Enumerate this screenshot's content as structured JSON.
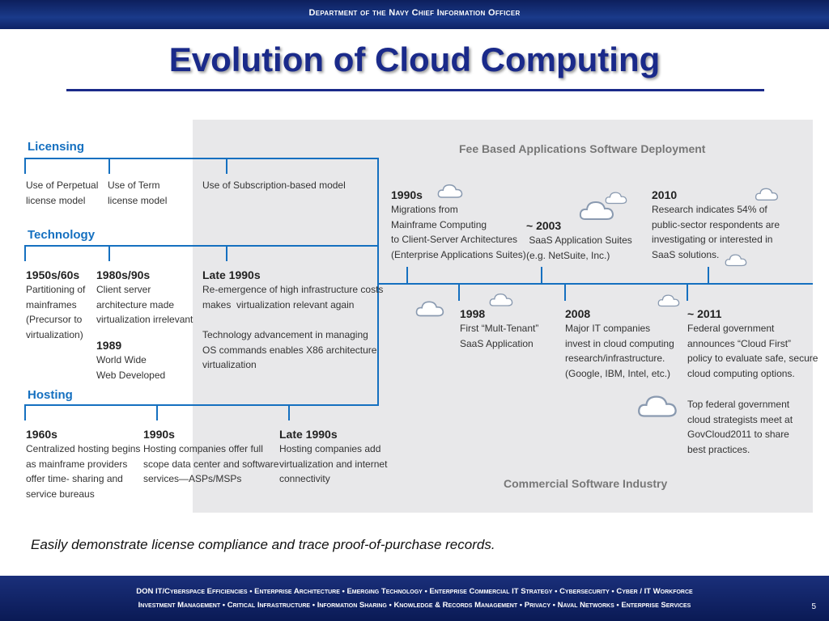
{
  "header": {
    "org": "Department of the Navy Chief Information Officer"
  },
  "title": "Evolution of Cloud Computing",
  "diagram": {
    "fee_based_heading": "Fee Based Applications Software Deployment",
    "commercial_heading": "Commercial Software Industry",
    "licensing": {
      "label": "Licensing",
      "items": [
        "Use of Perpetual\nlicense model",
        "Use of Term\nlicense model",
        "Use of Subscription-based model"
      ]
    },
    "technology": {
      "label": "Technology",
      "items": [
        {
          "year": "1950s/60s",
          "text": "Partitioning of\nmainframes\n(Precursor to\nvirtualization)"
        },
        {
          "year": "1980s/90s",
          "text": "Client server\narchitecture made\nvirtualization irrelevant"
        },
        {
          "year": "1989",
          "text": "World Wide\nWeb Developed"
        },
        {
          "year": "Late 1990s",
          "text": "Re-emergence of high infrastructure costs\nmakes  virtualization relevant again"
        },
        {
          "year": "",
          "text": "Technology advancement in managing\nOS commands enables X86 architecture\nvirtualization"
        }
      ]
    },
    "hosting": {
      "label": "Hosting",
      "items": [
        {
          "year": "1960s",
          "text": "Centralized hosting begins\nas mainframe providers\noffer time- sharing and\nservice bureaus"
        },
        {
          "year": "1990s",
          "text": "Hosting companies offer full\nscope data center and software\nservices—ASPs/MSPs"
        },
        {
          "year": "Late 1990s",
          "text": "Hosting companies add\nvirtualization and internet\nconnectivity"
        }
      ]
    },
    "timeline_top": [
      {
        "year": "1990s",
        "text": "Migrations from\nMainframe Computing\nto Client-Server Architectures\n(Enterprise Applications Suites)"
      },
      {
        "year": "~ 2003",
        "text": " SaaS Application Suites\n(e.g. NetSuite, Inc.)"
      },
      {
        "year": "2010",
        "text": "Research indicates 54% of\npublic-sector respondents are\ninvestigating or interested in\nSaaS solutions."
      }
    ],
    "timeline_bottom": [
      {
        "year": "1998",
        "text": "First “Mult-Tenant”\nSaaS Application"
      },
      {
        "year": "2008",
        "text": "Major IT companies\ninvest in cloud computing\nresearch/infrastructure.\n(Google, IBM, Intel, etc.)"
      },
      {
        "year": "~  2011",
        "text": "Federal government\nannounces “Cloud First”\npolicy to evaluate safe, secure\ncloud computing options."
      },
      {
        "year": "",
        "text": "Top federal government\ncloud strategists meet at\nGovCloud2011 to share\nbest practices."
      }
    ]
  },
  "caption": "Easily demonstrate license compliance and trace proof-of-purchase records.",
  "footer": {
    "line1": "DON IT/Cyberspace  Efficiencies  •  Enterprise Architecture  •  Emerging Technology  •  Enterprise Commercial IT Strategy  •  Cybersecurity  •  Cyber / IT Workforce",
    "line2": "Investment Management  •  Critical Infrastructure  •  Information Sharing  •  Knowledge & Records Management  •  Privacy  •  Naval Networks  •  Enterprise Services",
    "page": "5"
  },
  "colors": {
    "accent": "#1570c0",
    "title": "#1a2a8a",
    "panel": "#e8e8ea"
  },
  "icons": [
    "cloud-icon"
  ]
}
